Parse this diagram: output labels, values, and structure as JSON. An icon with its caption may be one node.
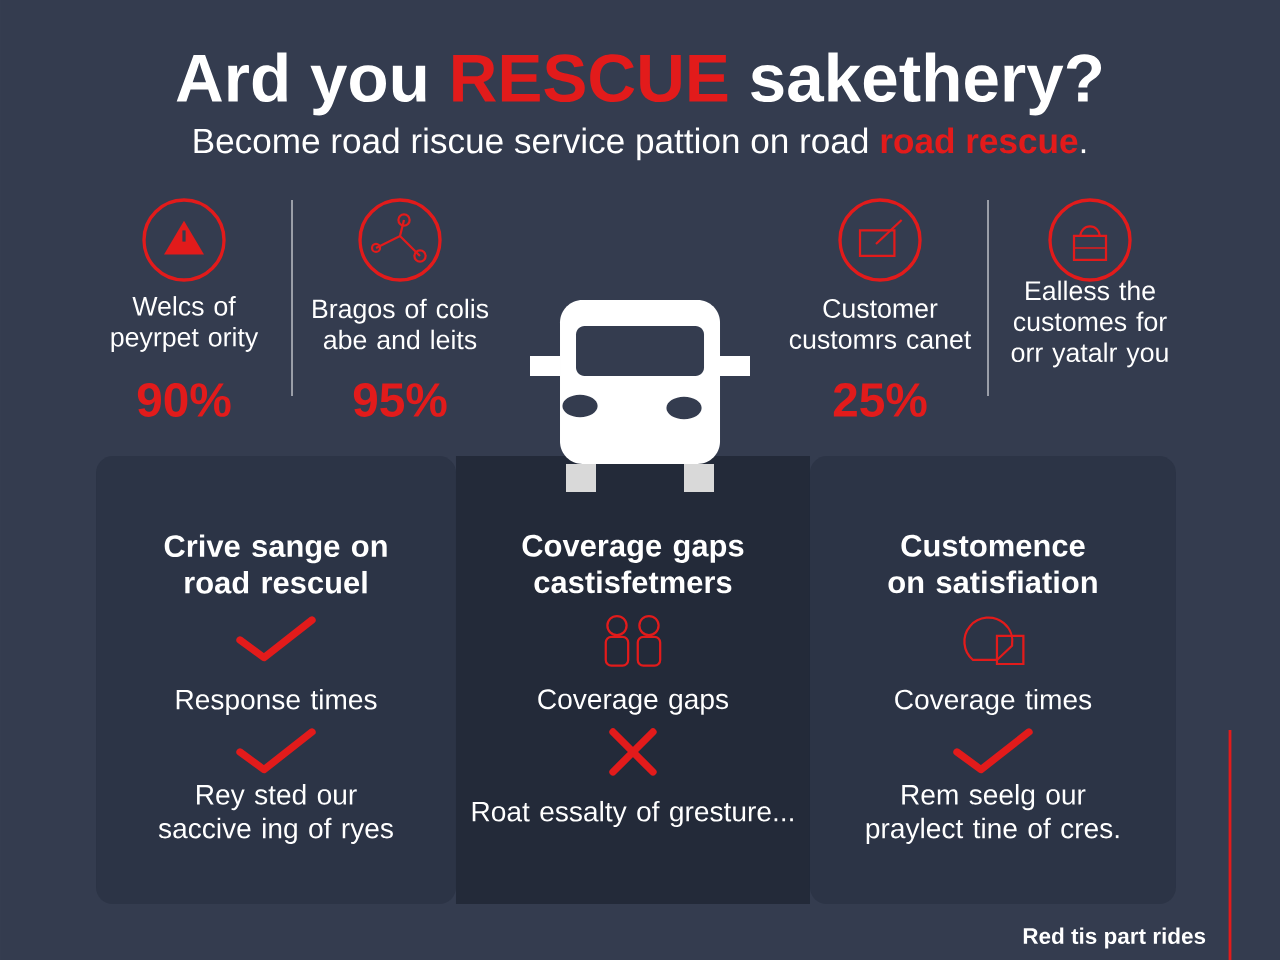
{
  "diagram": {
    "title": "Ard you **RESCUE** sakethery?",
    "nodes": [
      {
        "text": [
          "Crive sange on road rescuel",
          "Response times",
          "Rey sted our saccive ing of ryes"
        ]
      },
      {
        "text": [
          "Coverage gaps castisfetmers",
          "Coverage gaps",
          "Roat essalty of gresture..."
        ]
      },
      {
        "text": [
          "Customence on satisfiation",
          "Coverage times",
          "Rem seelg our praylect tine of cres."
        ]
      }
    ],
    "labels": [
      "Become road riscue service pattion on road **road rescue**.",
      "Welcs of peyrpet ority",
      "90%",
      "Bragos of colis abe and leits",
      "95%",
      "Customer customrs canet",
      "25%",
      "Ealless the customes for orr yatalr you",
      "Red tis part rides"
    ]
  }
}
